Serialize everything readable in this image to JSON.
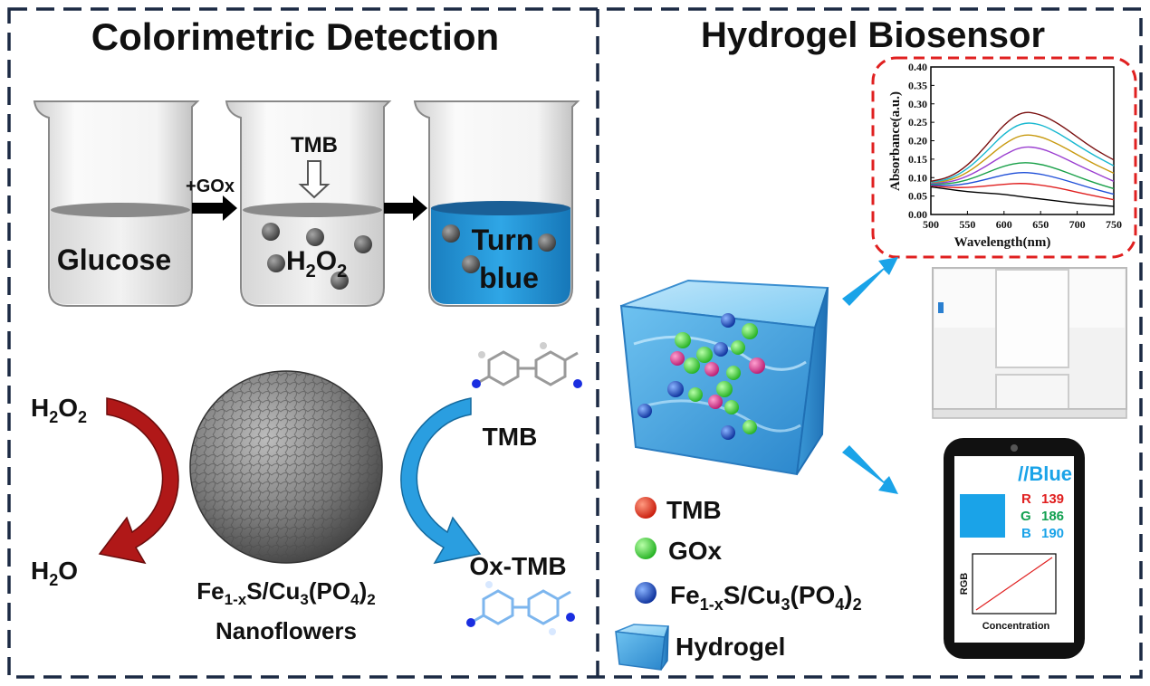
{
  "left_panel": {
    "title": "Colorimetric Detection",
    "beaker1_label": "Glucose",
    "arrow1_label": "+GOx",
    "tmb_label": "TMB",
    "h2o2_h": "H",
    "h2o2_2a": "2",
    "h2o2_o": "O",
    "h2o2_2b": "2",
    "beaker3_line1": "Turn",
    "beaker3_line2": "blue",
    "cycle_h2o2_h": "H",
    "cycle_h2o2_2a": "2",
    "cycle_h2o2_o": "O",
    "cycle_h2o2_2b": "2",
    "cycle_h2o_h": "H",
    "cycle_h2o_2": "2",
    "cycle_h2o_o": "O",
    "cycle_tmb": "TMB",
    "cycle_oxtmb": "Ox-TMB",
    "nano_fe": "Fe",
    "nano_sub": "1-x",
    "nano_s_cu": "S/Cu",
    "nano_3": "3",
    "nano_po": "(PO",
    "nano_4": "4",
    "nano_close": ")",
    "nano_2": "2",
    "nano_line2": "Nanoflowers"
  },
  "right_panel": {
    "title": "Hydrogel Biosensor",
    "legend": {
      "tmb": "TMB",
      "gox": "GOx",
      "fe": "Fe",
      "fe_sub": "1-x",
      "s_cu": "S/Cu",
      "sub3": "3",
      "po": "(PO",
      "sub4": "4",
      "close": ")",
      "sub2": "2",
      "hydrogel": "Hydrogel"
    },
    "phone": {
      "heading": "//Blue",
      "r_label": "R",
      "r_value": "139",
      "g_label": "G",
      "g_value": "186",
      "b_label": "B",
      "b_value": "190",
      "swatch_color": "#1aa3e8",
      "mini_ylabel": "RGB",
      "mini_xlabel": "Concentration"
    }
  },
  "colors": {
    "red_arrow": "#b01818",
    "blue_arrow": "#2a9ee0",
    "spectrum_frame": "#e02020",
    "frame_dash": "#1c2a44",
    "r_text": "#e02020",
    "g_text": "#12a050",
    "b_text": "#1aa3e8"
  },
  "chart_data": {
    "type": "line",
    "xlabel": "Wavelength(nm)",
    "ylabel": "Absorbance(a.u.)",
    "xlim": [
      500,
      750
    ],
    "ylim": [
      0.0,
      0.4
    ],
    "x_ticks": [
      "500",
      "550",
      "600",
      "650",
      "700",
      "750"
    ],
    "y_ticks": [
      "0.00",
      "0.05",
      "0.10",
      "0.15",
      "0.20",
      "0.25",
      "0.30",
      "0.35",
      "0.40"
    ],
    "x": [
      500,
      525,
      550,
      575,
      600,
      625,
      650,
      675,
      700,
      725,
      750
    ],
    "series": [
      {
        "color": "#000000",
        "values": [
          0.075,
          0.068,
          0.062,
          0.058,
          0.055,
          0.048,
          0.042,
          0.036,
          0.03,
          0.026,
          0.022
        ]
      },
      {
        "color": "#e02020",
        "values": [
          0.078,
          0.073,
          0.073,
          0.077,
          0.082,
          0.085,
          0.08,
          0.072,
          0.06,
          0.05,
          0.04
        ]
      },
      {
        "color": "#1f4fd8",
        "values": [
          0.08,
          0.078,
          0.083,
          0.095,
          0.108,
          0.115,
          0.11,
          0.098,
          0.083,
          0.068,
          0.055
        ]
      },
      {
        "color": "#18a048",
        "values": [
          0.083,
          0.083,
          0.093,
          0.112,
          0.132,
          0.142,
          0.137,
          0.122,
          0.103,
          0.085,
          0.07
        ]
      },
      {
        "color": "#9b3fd0",
        "values": [
          0.085,
          0.087,
          0.103,
          0.13,
          0.162,
          0.185,
          0.18,
          0.16,
          0.135,
          0.112,
          0.09
        ]
      },
      {
        "color": "#c89a10",
        "values": [
          0.087,
          0.091,
          0.113,
          0.15,
          0.192,
          0.218,
          0.212,
          0.19,
          0.162,
          0.135,
          0.112
        ]
      },
      {
        "color": "#18b8d0",
        "values": [
          0.088,
          0.095,
          0.123,
          0.168,
          0.22,
          0.25,
          0.245,
          0.22,
          0.188,
          0.158,
          0.132
        ]
      },
      {
        "color": "#7a1010",
        "values": [
          0.09,
          0.1,
          0.132,
          0.185,
          0.245,
          0.28,
          0.272,
          0.246,
          0.21,
          0.175,
          0.148
        ]
      }
    ]
  }
}
